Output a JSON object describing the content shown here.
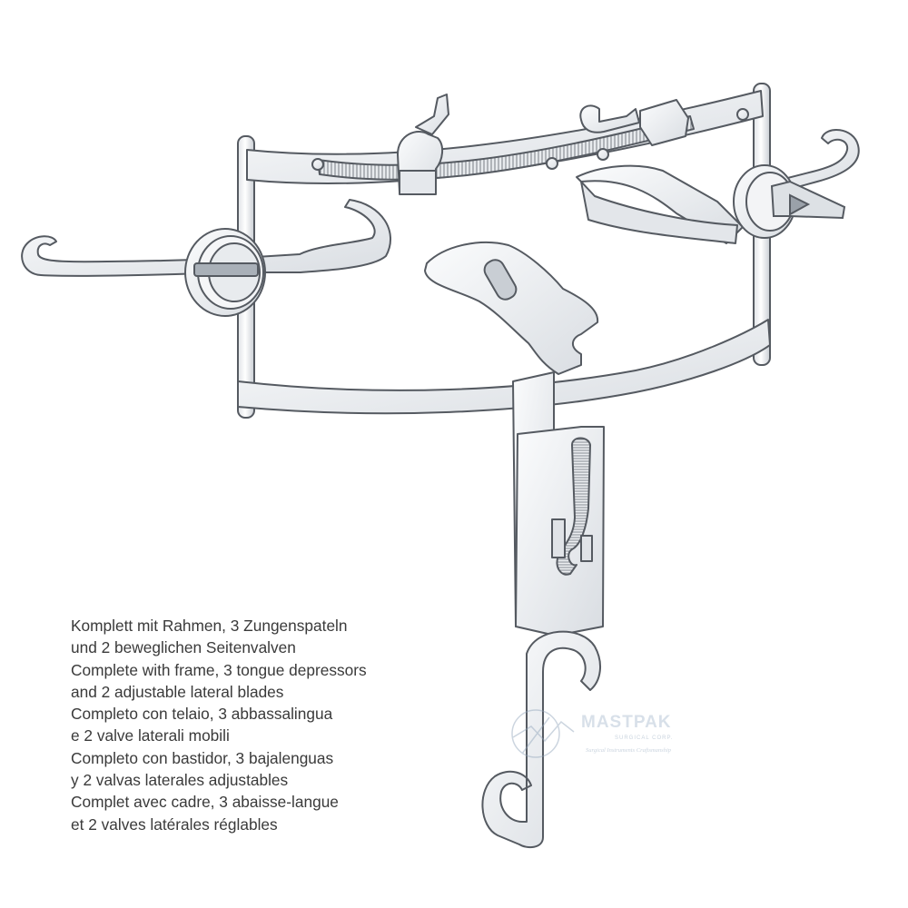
{
  "description_lines": [
    "Komplett mit Rahmen, 3 Zungenspateln",
    "und 2 beweglichen Seitenvalven",
    "Complete with frame, 3 tongue depressors",
    "and 2 adjustable lateral blades",
    "Completo con telaio, 3 abbassalingua",
    "e 2 valve laterali mobili",
    "Completo con bastidor, 3 bajalenguas",
    "y 2 valvas laterales adjustables",
    "Complet avec cadre, 3 abaisse-langue",
    "et 2 valves latérales réglables"
  ],
  "watermark": {
    "name_part1": "MAST",
    "name_part2": "PAK",
    "corp": "SURGICAL CORP.",
    "tagline": "Surgical Instruments Craftsmanship"
  },
  "colors": {
    "metal_fill": "#eef0f3",
    "metal_shade": "#d7dbe0",
    "outline": "#555a61",
    "text": "#3a3a3a",
    "watermark": "#b9c8d8"
  }
}
